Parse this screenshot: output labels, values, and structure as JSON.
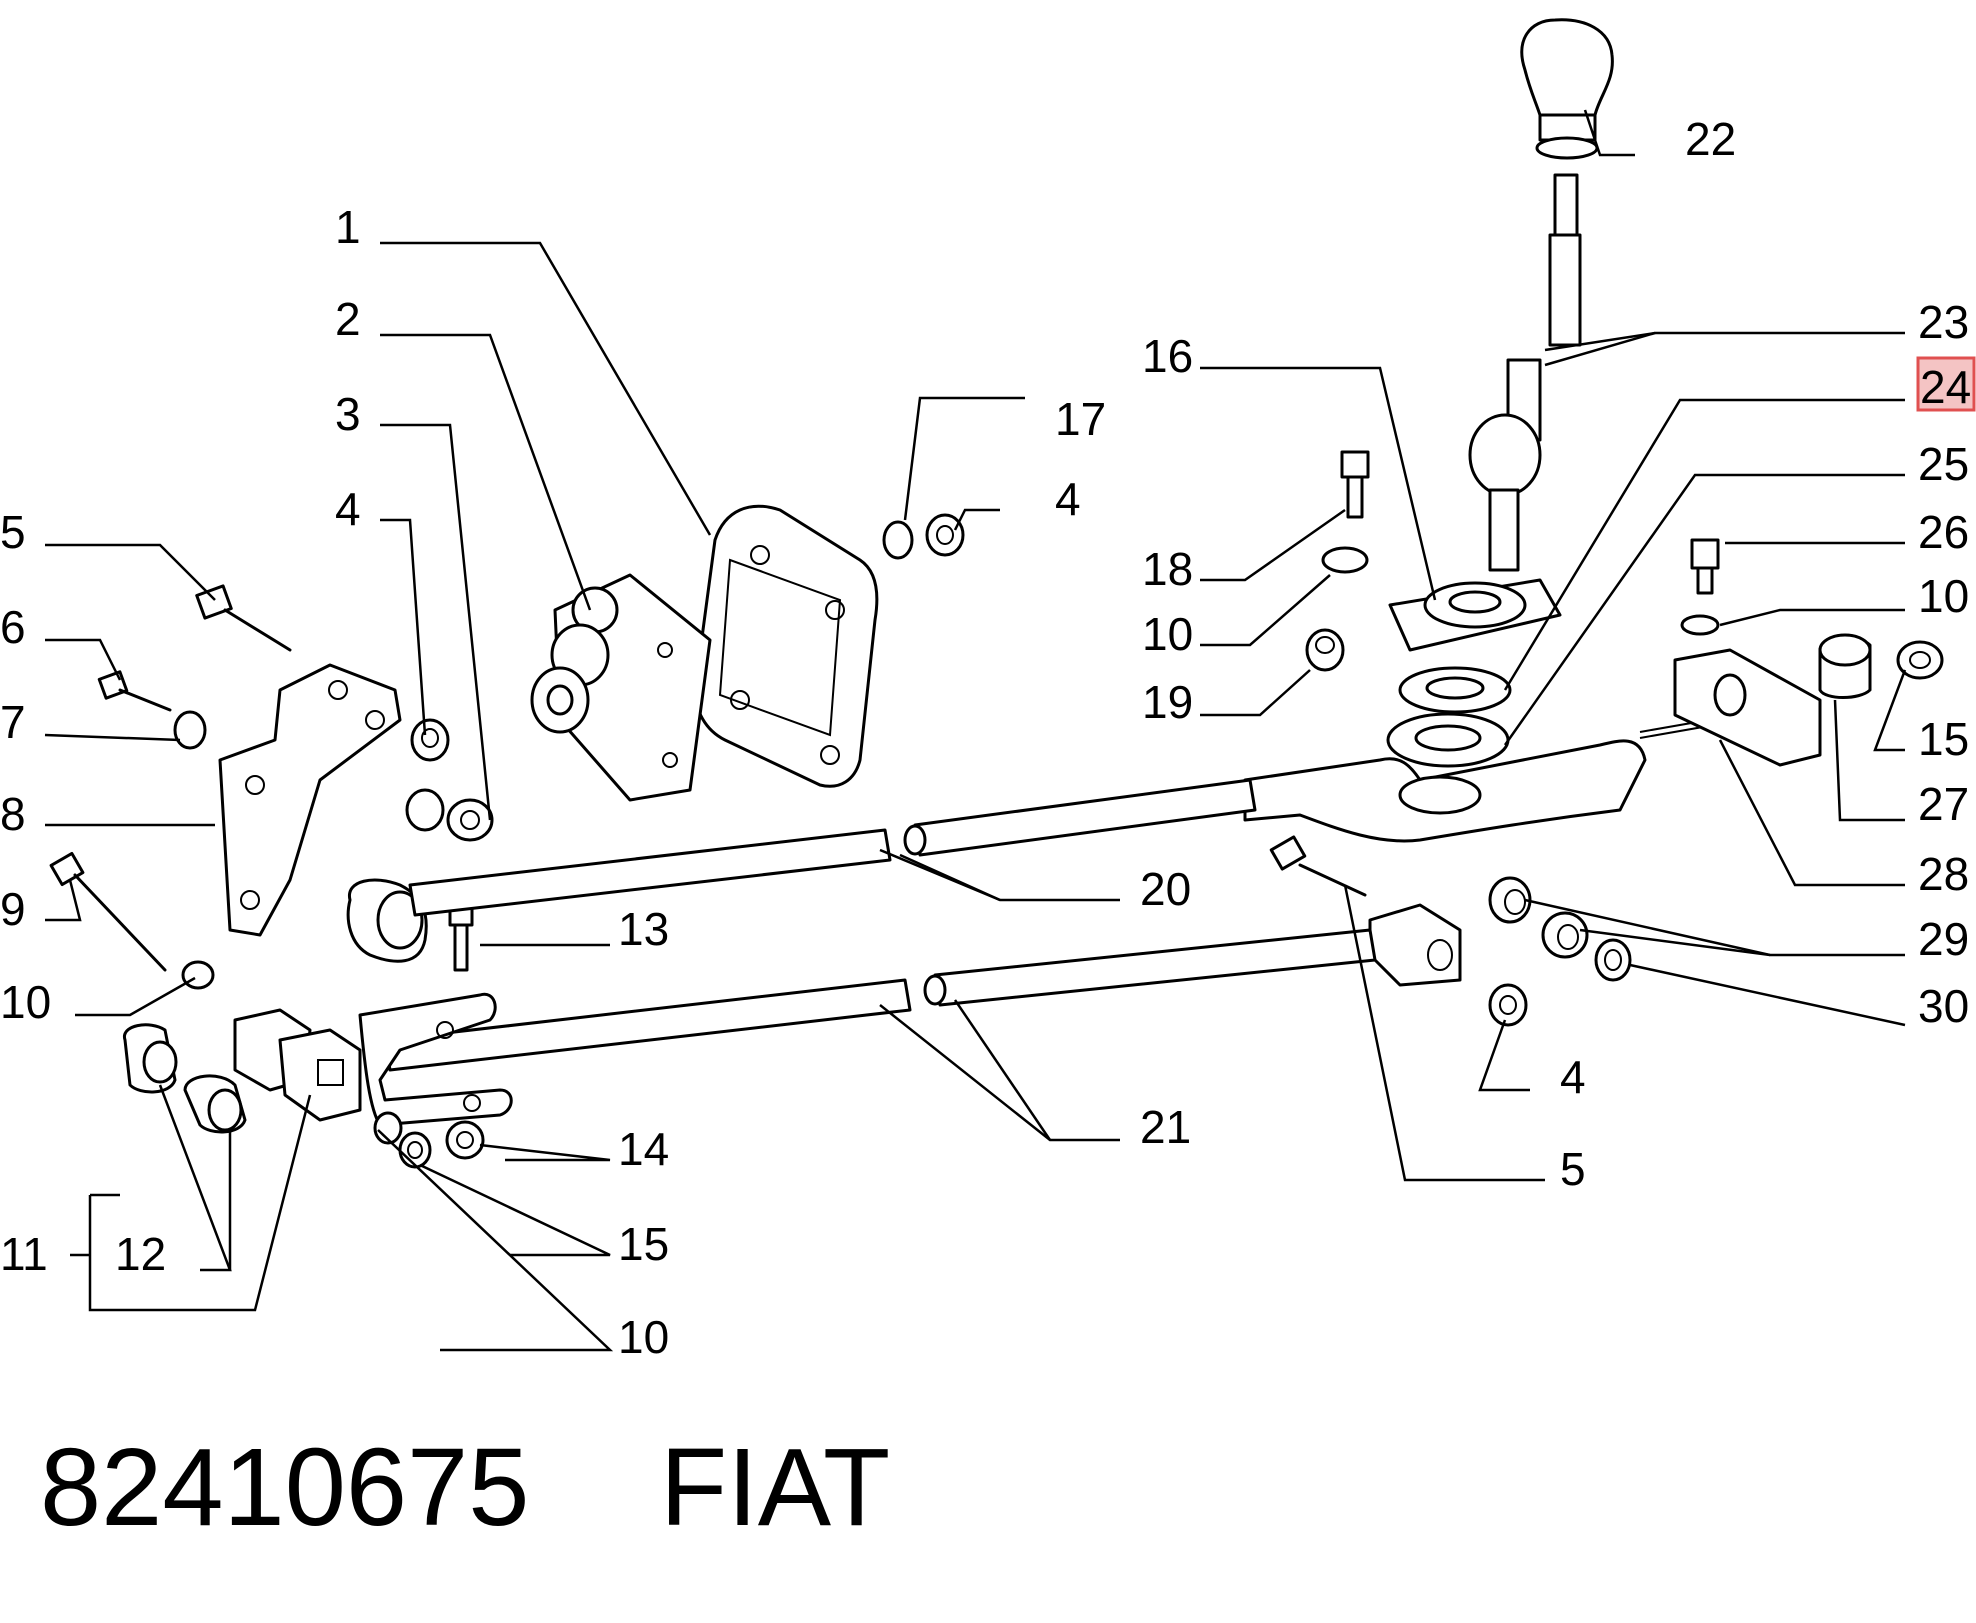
{
  "labels": {
    "l1": "1",
    "l2": "2",
    "l3": "3",
    "l4a": "4",
    "l5a": "5",
    "l6": "6",
    "l7": "7",
    "l8": "8",
    "l9": "9",
    "l10a": "10",
    "l11": "11",
    "l12": "12",
    "l13": "13",
    "l14": "14",
    "l15a": "15",
    "l10b": "10",
    "l17": "17",
    "l4b": "4",
    "l16": "16",
    "l18": "18",
    "l10c": "10",
    "l19": "19",
    "l20": "20",
    "l21": "21",
    "l22": "22",
    "l23": "23",
    "l24": "24",
    "l25": "25",
    "l26": "26",
    "l10d": "10",
    "l15b": "15",
    "l27": "27",
    "l28": "28",
    "l29": "29",
    "l30": "30",
    "l4c": "4",
    "l5b": "5"
  },
  "highlighted_label": "24",
  "highlight_color": "#e05050",
  "footer": {
    "part_number": "82410675",
    "brand": "FIAT"
  }
}
